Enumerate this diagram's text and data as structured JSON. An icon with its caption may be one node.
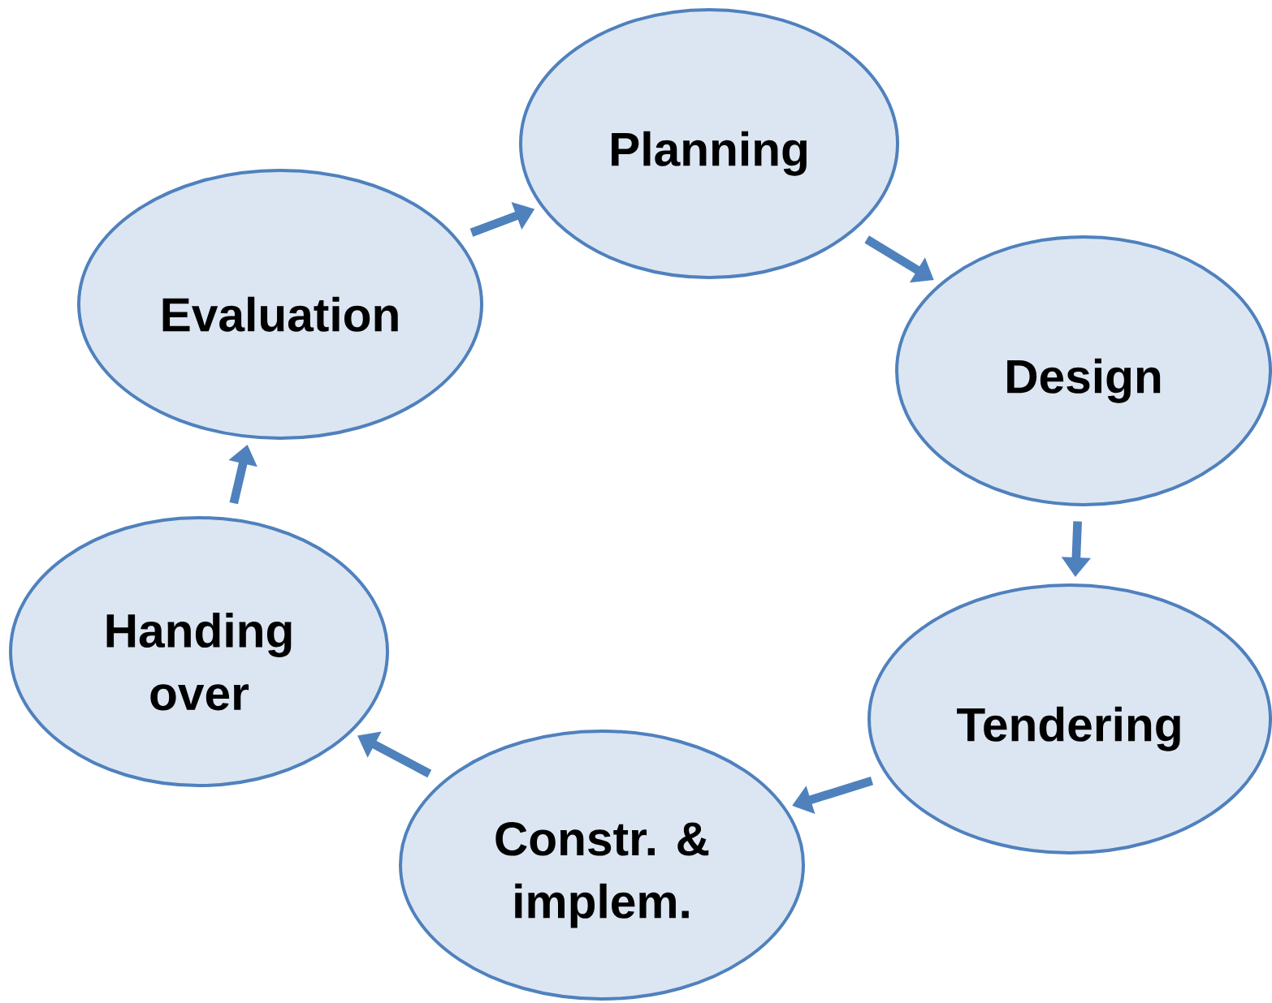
{
  "diagram": {
    "nodes": [
      {
        "text": [
          "Planning"
        ]
      },
      {
        "text": [
          "Design"
        ]
      },
      {
        "text": [
          "Tendering"
        ]
      },
      {
        "text": [
          "Constr. & implem."
        ]
      },
      {
        "text": [
          "Handing over"
        ]
      },
      {
        "text": [
          "Evaluation"
        ]
      }
    ],
    "edges": [
      {
        "from": 0,
        "to": 1,
        "arrow": "to"
      },
      {
        "from": 1,
        "to": 2,
        "arrow": "to"
      },
      {
        "from": 2,
        "to": 3,
        "arrow": "to"
      },
      {
        "from": 3,
        "to": 4,
        "arrow": "to"
      },
      {
        "from": 4,
        "to": 5,
        "arrow": "to"
      },
      {
        "from": 5,
        "to": 0,
        "arrow": "to"
      }
    ]
  }
}
